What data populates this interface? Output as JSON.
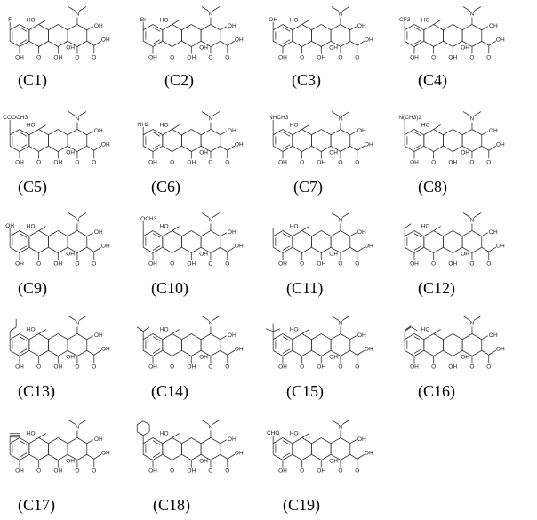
{
  "atom_labels": {
    "hydroxyl": "OH",
    "ho": "HO",
    "oxo": "O",
    "amine": "N",
    "acid": "OH"
  },
  "compounds": [
    {
      "label": "(C1)",
      "substituent": "F"
    },
    {
      "label": "(C2)",
      "substituent": "Br"
    },
    {
      "label": "(C3)",
      "substituent": "OH"
    },
    {
      "label": "(C4)",
      "substituent": "CF3"
    },
    {
      "label": "(C5)",
      "substituent": "COOCH3"
    },
    {
      "label": "(C6)",
      "substituent": "NH2"
    },
    {
      "label": "(C7)",
      "substituent": "NHCH3"
    },
    {
      "label": "(C8)",
      "substituent": "N(CH3)2"
    },
    {
      "label": "(C9)",
      "substituent": "OH"
    },
    {
      "label": "(C10)",
      "substituent": "OCH3"
    },
    {
      "label": "(C11)",
      "substituent_shape": "methyl"
    },
    {
      "label": "(C12)",
      "substituent_shape": "ethyl"
    },
    {
      "label": "(C13)",
      "substituent_shape": "propyl"
    },
    {
      "label": "(C14)",
      "substituent_shape": "isopropyl"
    },
    {
      "label": "(C15)",
      "substituent_shape": "tert-butyl"
    },
    {
      "label": "(C16)",
      "substituent_shape": "vinyl"
    },
    {
      "label": "(C17)",
      "substituent_shape": "ethynyl"
    },
    {
      "label": "(C18)",
      "substituent_shape": "phenyl"
    },
    {
      "label": "(C19)",
      "substituent": "CHO"
    }
  ]
}
